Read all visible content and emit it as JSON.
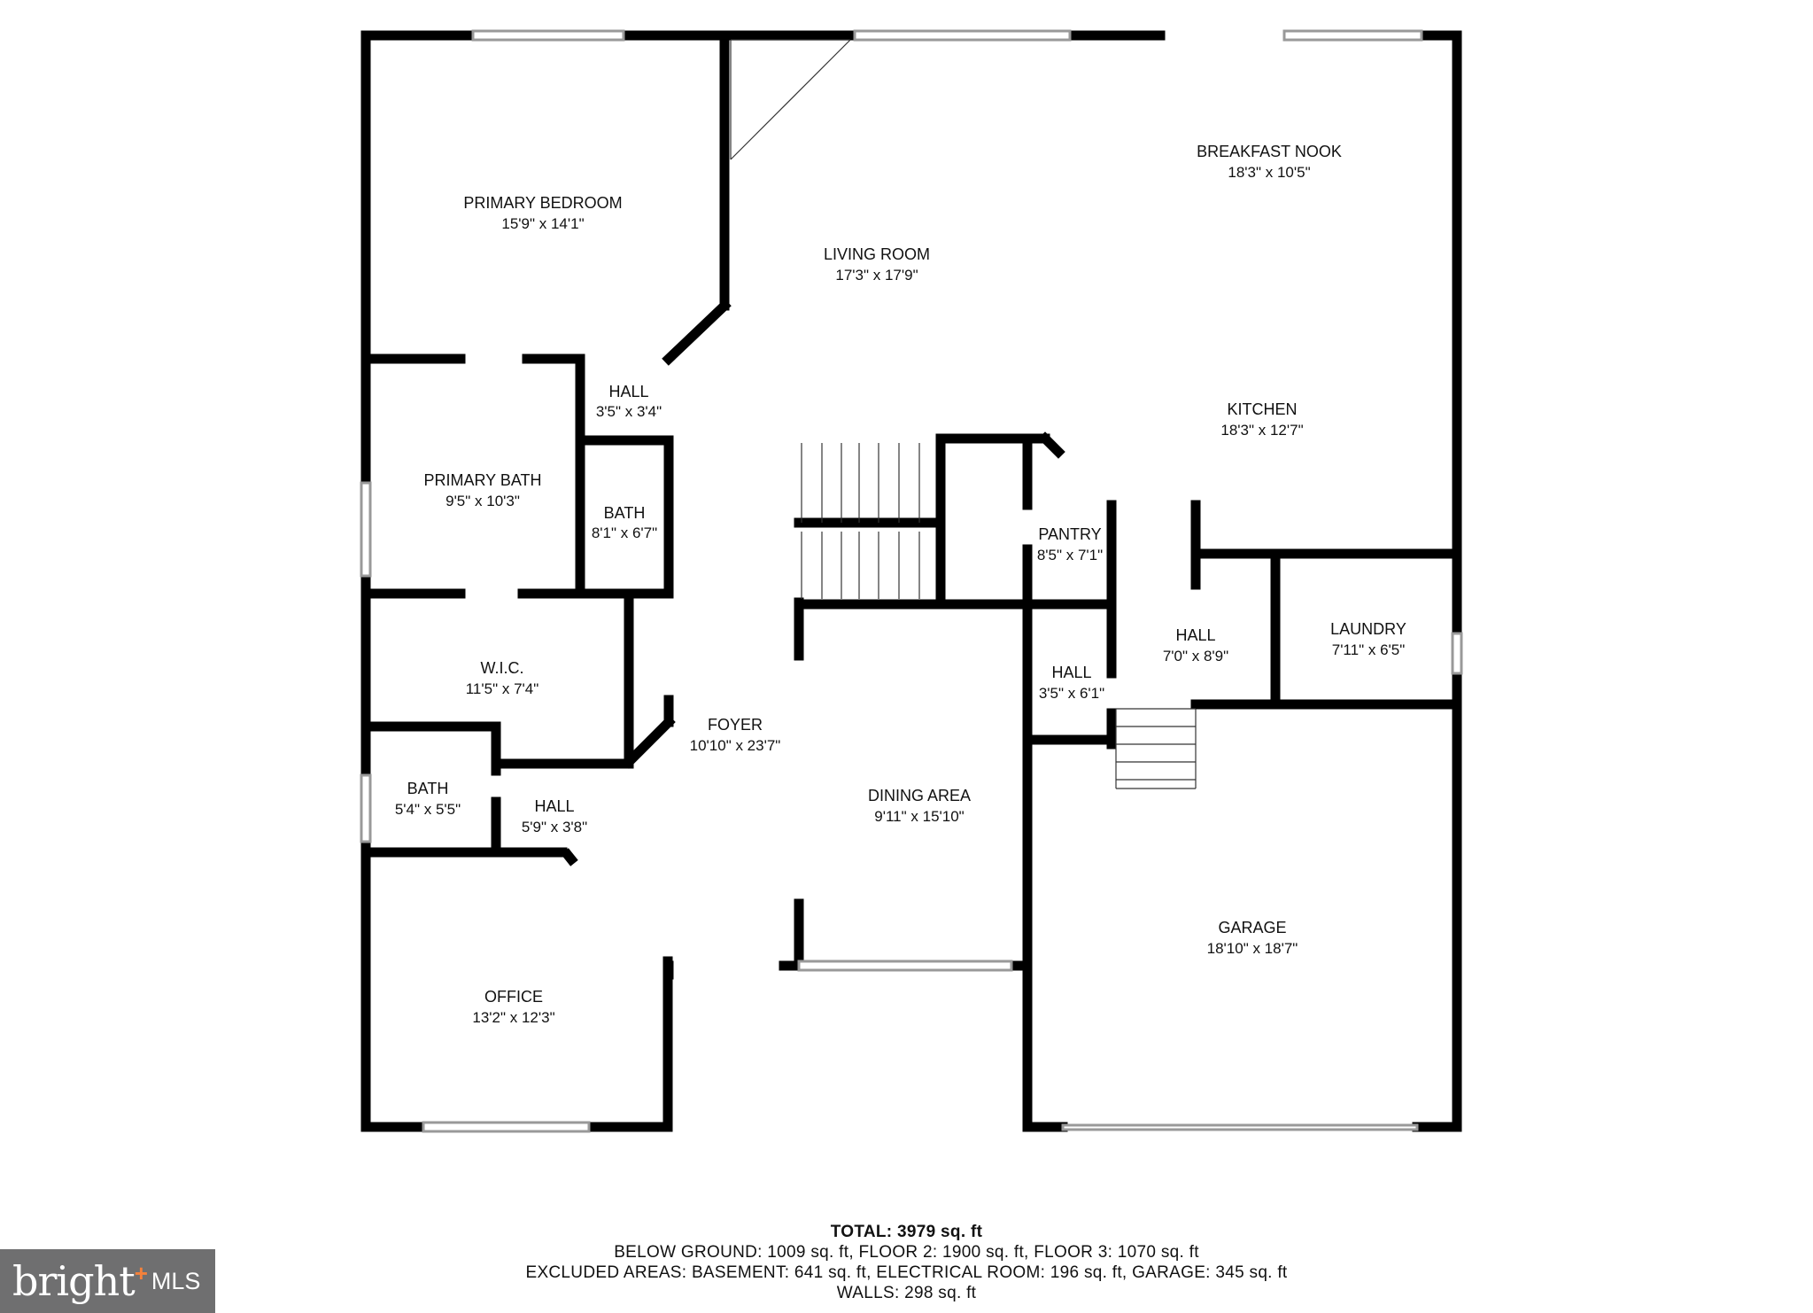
{
  "rooms": [
    {
      "name": "PRIMARY BEDROOM",
      "dims": "15'9\" x 14'1\""
    },
    {
      "name": "LIVING ROOM",
      "dims": "17'3\" x 17'9\""
    },
    {
      "name": "BREAKFAST NOOK",
      "dims": "18'3\" x 10'5\""
    },
    {
      "name": "KITCHEN",
      "dims": "18'3\" x 12'7\""
    },
    {
      "name": "HALL",
      "dims": "3'5\" x 3'4\""
    },
    {
      "name": "PRIMARY BATH",
      "dims": "9'5\" x 10'3\""
    },
    {
      "name": "BATH",
      "dims": "8'1\" x 6'7\""
    },
    {
      "name": "PANTRY",
      "dims": "8'5\" x 7'1\""
    },
    {
      "name": "HALL",
      "dims": "7'0\" x 8'9\""
    },
    {
      "name": "LAUNDRY",
      "dims": "7'11\" x 6'5\""
    },
    {
      "name": "HALL",
      "dims": "3'5\" x 6'1\""
    },
    {
      "name": "W.I.C.",
      "dims": "11'5\" x 7'4\""
    },
    {
      "name": "FOYER",
      "dims": "10'10\" x 23'7\""
    },
    {
      "name": "DINING AREA",
      "dims": "9'11\" x 15'10\""
    },
    {
      "name": "BATH",
      "dims": "5'4\" x 5'5\""
    },
    {
      "name": "HALL",
      "dims": "5'9\" x 3'8\""
    },
    {
      "name": "GARAGE",
      "dims": "18'10\" x 18'7\""
    },
    {
      "name": "OFFICE",
      "dims": "13'2\" x 12'3\""
    }
  ],
  "summary": {
    "total": "TOTAL: 3979 sq. ft",
    "floors": "BELOW GROUND: 1009 sq. ft, FLOOR 2: 1900 sq. ft, FLOOR 3: 1070 sq. ft",
    "excluded": "EXCLUDED AREAS: BASEMENT: 641 sq. ft, ELECTRICAL ROOM: 196 sq. ft, GARAGE: 345 sq. ft",
    "walls": "WALLS: 298 sq. ft"
  },
  "logo": {
    "brand": "bright",
    "plus": "+",
    "mls": "MLS"
  },
  "colors": {
    "wall": "#000000",
    "window": "#999999",
    "logo_bg": "#6f6f70",
    "logo_accent": "#f4813b"
  }
}
